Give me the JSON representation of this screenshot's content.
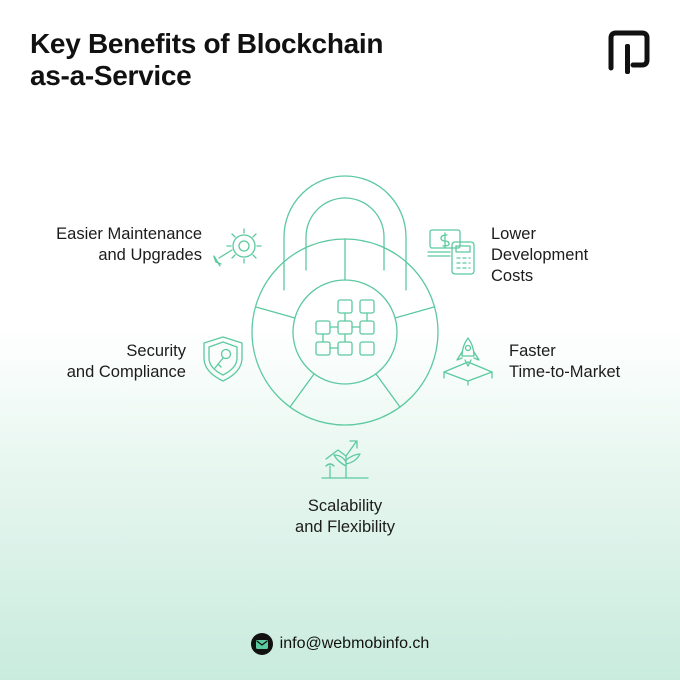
{
  "header": {
    "title_line1": "Key Benefits of Blockchain",
    "title_line2": "as-a-Service"
  },
  "benefits": {
    "maintenance": {
      "line1": "Easier Maintenance",
      "line2": "and Upgrades"
    },
    "costs": {
      "line1": "Lower",
      "line2": "Development",
      "line3": "Costs"
    },
    "security": {
      "line1": "Security",
      "line2": "and Compliance"
    },
    "market": {
      "line1": "Faster",
      "line2": "Time-to-Market"
    },
    "scalability": {
      "line1": "Scalability",
      "line2": "and Flexibility"
    }
  },
  "footer": {
    "email": "info@webmobinfo.ch"
  },
  "colors": {
    "accent": "#5cc9a0",
    "text": "#141414",
    "logo": "#111111"
  }
}
